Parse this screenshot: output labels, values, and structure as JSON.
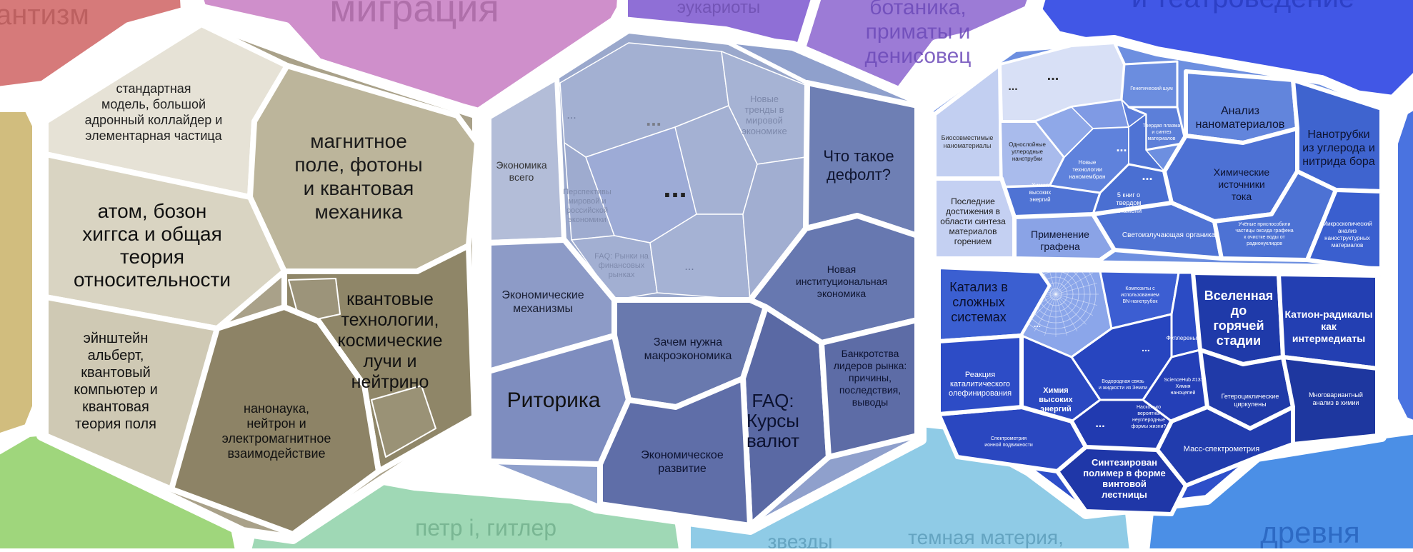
{
  "colors": {
    "background": "#ffffff",
    "hex_physics": "#a9a189",
    "hex_economics": "#8fa0cc",
    "hex_materials": "#6d8fe0",
    "hex_chemistry": "#2e4fc9",
    "hex_migration": "#cf8fcb",
    "hex_red": "#d67a7a",
    "hex_purple": "#9c7bd6",
    "hex_blue_top": "#4157e6",
    "hex_green": "#9fd67c",
    "hex_mint": "#9fd8b5",
    "hex_cyan": "#8fcbe6",
    "hex_blue_bottom": "#4b8fe6"
  },
  "background_labels": {
    "red": "антизм",
    "migration": "миграция",
    "eukaryotes": "эукариоты",
    "botany": "ботаника, приматы и денисовец",
    "theatre": "и театроведение",
    "peter": "петр i, гитлер",
    "stars": "звезды",
    "dark_matter": "темная материя,",
    "ancient": "древня"
  },
  "physics": {
    "standard_model": "стандартная модель, большой адронный коллайдер и элементарная частица",
    "magnetic": "магнитное поле, фотоны и квантовая механика",
    "atom": "атом, бозон хиггса и общая теория относительности",
    "quantum_tech": "квантовые технологии, космические лучи и нейтрино",
    "einstein": "эйнштейн альберт, квантовый компьютер и квантовая теория поля",
    "nano": "нанонаука, нейтрон и электромагнитное взаимодействие"
  },
  "economics": {
    "economy_all": "Экономика всего",
    "ellipsis": "...",
    "new_trends": "Новые тренды в мировой экономике",
    "prospects": "Перспективы мировой и российской экономики",
    "default": "Что такое дефолт?",
    "mechanisms": "Экономические механизмы",
    "why_macro": "Зачем нужна макроэкономика",
    "new_inst": "Новая институциональная экономика",
    "rhetoric": "Риторика",
    "faq_rates": "FAQ: Курсы валют",
    "bankruptcy": "Банкротства лидеров рынка: причины, последствия, выводы",
    "development": "Экономическое развитие",
    "faq_markets": "FAQ: Рынки на финансовых рынках"
  },
  "materials": {
    "biocompatible": "Биосовместимые наноматериалы",
    "single_wall": "Однослойные углеродные нанотрубки",
    "genetic_noise": "Генетический шум",
    "solid_plasma": "Твердая плазма и синтез материалов",
    "analysis": "Анализ наноматериалов",
    "nanotubes": "Нанотрубки из углерода и нитрида бора",
    "new_tech": "Новые технологии наномембран",
    "high_energy": "Химия высоких энергий",
    "five_books": "5 книг о твердом пламени",
    "chem_sources": "Химические источники тока",
    "latest": "Последние достижения в области синтеза материалов горением",
    "graphene": "Применение графена",
    "light_organic": "Светоизлучающая органика",
    "scientists": "Учёные приспособили частицы оксида графена к очистке воды от радионуклидов",
    "microscopic": "Микроскопический анализ наноструктурных материалов"
  },
  "chemistry": {
    "catalysis": "Катализ в сложных системах",
    "composites": "Композиты с использованием BN-нанотрубок",
    "universe": "Вселенная до горячей стадии",
    "cation": "Катион-радикалы как интермедиаты",
    "fullerenes": "Фуллерены",
    "reaction": "Реакция каталитического олефинирования",
    "high_energy": "Химия высоких энергий",
    "hydrogen": "Водородная связь и жидкости из Земли",
    "sciencehub": "ScienceHub #13: Химия наноцепей",
    "heterocyclic": "Гетероциклические циркулены",
    "multivariate": "Многовариантный анализ в химии",
    "how_probable": "Насколько вероятны неуглеродные формы жизни?",
    "spectrometry": "Спектрометрия ионной подвижности",
    "mass_spec": "Масс-спектрометрия",
    "polymer": "Синтезирован полимер в форме винтовой лестницы"
  }
}
